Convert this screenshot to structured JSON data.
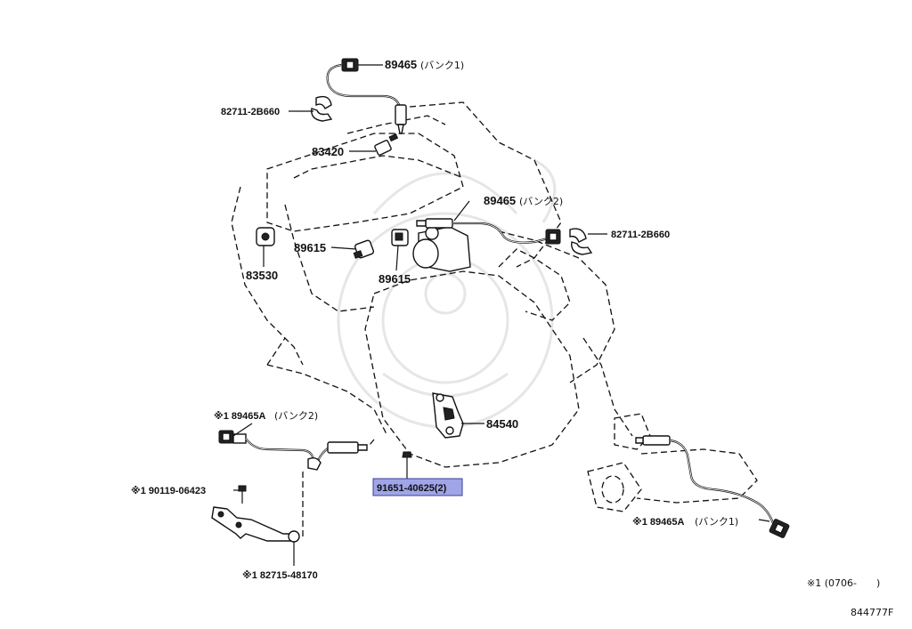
{
  "diagram": {
    "callouts": {
      "o2_bank1_top": "89465",
      "o2_bank1_top_note": "(バンク1)",
      "clamp_left": "82711-2B660",
      "knock_sensor_plug": "83420",
      "o2_bank2_top": "89465",
      "o2_bank2_top_note": "(バンク2)",
      "clamp_right": "82711-2B660",
      "temp_sensor_a": "89615",
      "temp_sensor_b": "89615",
      "switch_83530": "83530",
      "sensor_84540": "84540",
      "bolt": "91651-40625(2)",
      "o2_a_bank2": "※1 89465A",
      "o2_a_bank2_note": "(バンク2)",
      "bolt_90119": "※1 90119-06423",
      "bracket_82715": "※1 82715-48170",
      "o2_a_bank1": "※1 89465A",
      "o2_a_bank1_note": "(バンク1)"
    },
    "footnote": "※1 (0706-　　)",
    "diagram_id": "844777F"
  }
}
